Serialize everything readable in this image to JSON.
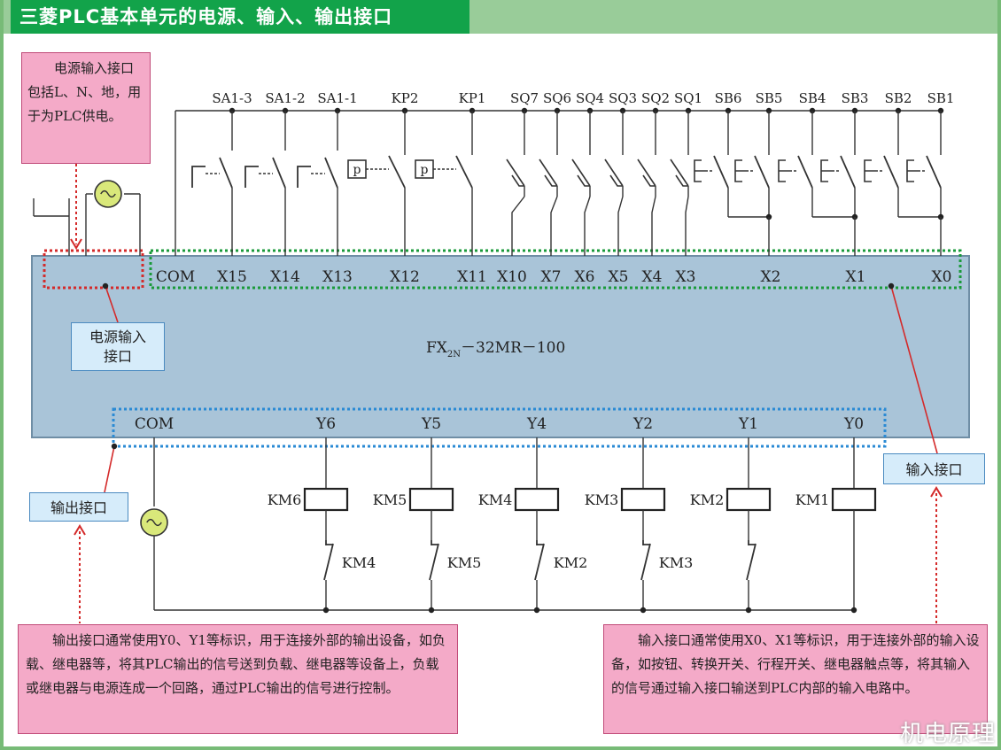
{
  "title": "三菱PLC基本单元的电源、输入、输出接口",
  "plc": {
    "model_main": "FX",
    "model_sub": "2N",
    "model_rest": "－32MR－100"
  },
  "input_devices": [
    "SA1-3",
    "SA1-2",
    "SA1-1",
    "KP2",
    "KP1",
    "SQ7",
    "SQ6",
    "SQ4",
    "SQ3",
    "SQ2",
    "SQ1",
    "SB6",
    "SB5",
    "SB4",
    "SB3",
    "SB2",
    "SB1"
  ],
  "input_terminals": [
    "COM",
    "X15",
    "X14",
    "X13",
    "X12",
    "X11",
    "X10",
    "X7",
    "X6",
    "X5",
    "X4",
    "X3",
    "X2",
    "X1",
    "X0"
  ],
  "output_terminals": [
    "COM",
    "Y6",
    "Y5",
    "Y4",
    "Y2",
    "Y1",
    "Y0"
  ],
  "coils": [
    "KM6",
    "KM5",
    "KM4",
    "KM3",
    "KM2",
    "KM1"
  ],
  "interlocks": [
    "KM4",
    "KM5",
    "KM2",
    "KM3"
  ],
  "relay_symbol": "p",
  "callouts": {
    "power_desc": "电源输入接口包括L、N、地，用于为PLC供电。",
    "power_label_line1": "电源输入",
    "power_label_line2": "接口",
    "output_label": "输出接口",
    "input_label": "输入接口",
    "output_desc": "输出接口通常使用Y0、Y1等标识，用于连接外部的输出设备，如负载、继电器等，将其PLC输出的信号送到负载、继电器等设备上，负载或继电器与电源连成一个回路，通过PLC输出的信号进行控制。",
    "input_desc": "输入接口通常使用X0、X1等标识，用于连接外部的输入设备，如按钮、转换开关、行程开关、继电器触点等，将其输入的信号通过输入接口输送到PLC内部的输入电路中。"
  },
  "watermark": "机电原理",
  "colors": {
    "title_bg": "#12a34a",
    "frame": "#99cc99",
    "plc_body": "#a9c4d8",
    "callout": "#f4aac8",
    "label_box": "#d6ecfa",
    "red_dotted": "#d42a2a",
    "green_dotted": "#1a9a3a",
    "blue_dotted": "#2a8ad4",
    "ac_source": "#d9e87a"
  }
}
